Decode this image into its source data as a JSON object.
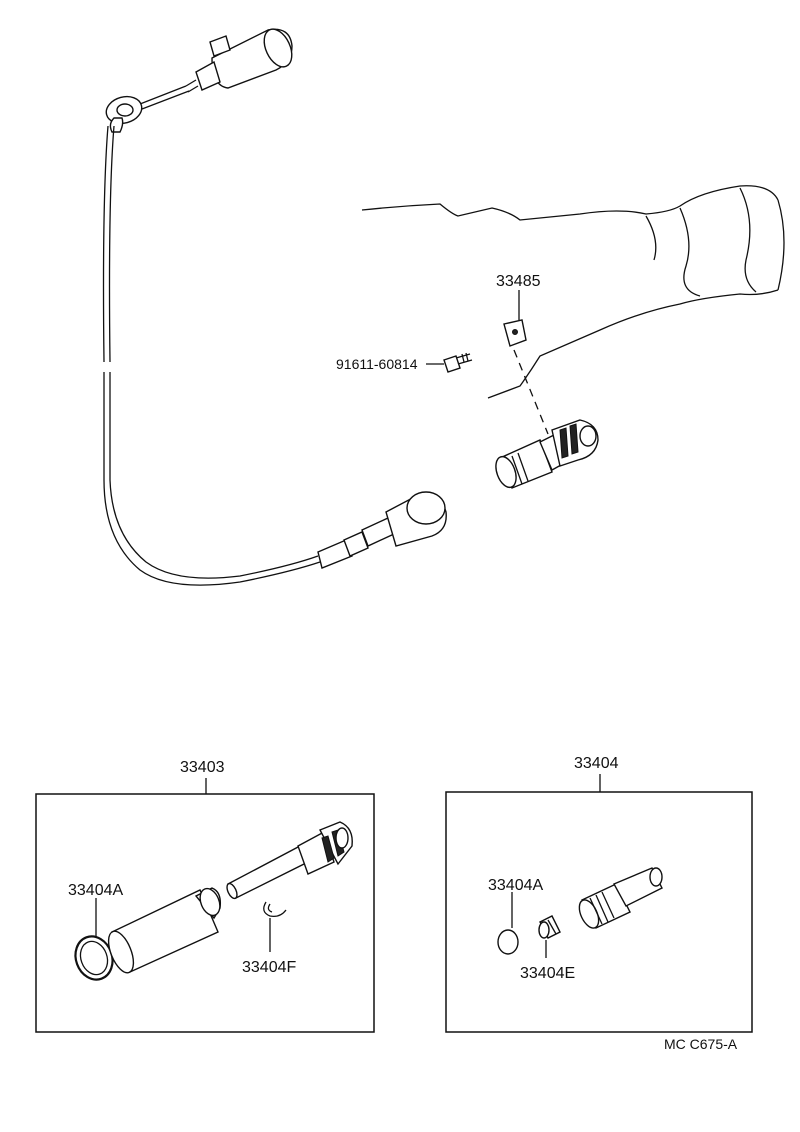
{
  "labels": {
    "bracket_part": "33485",
    "bolt_part": "91611-60814",
    "kit_left": "33403",
    "kit_right": "33404",
    "oring_left": "33404A",
    "clip": "33404F",
    "oring_right": "33404A",
    "seal": "33404E",
    "code": "MC  C675-A"
  }
}
